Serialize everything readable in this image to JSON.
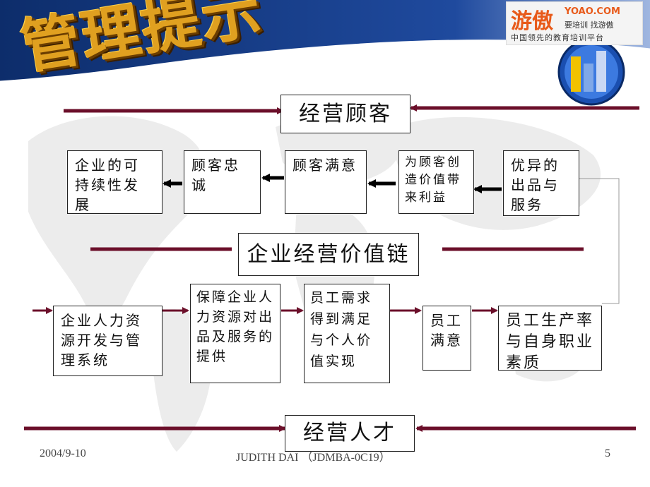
{
  "slide_title": "管理提示",
  "logo": {
    "brand_word": "游傲",
    "site": "YOAO.COM",
    "tagline": "要培训 找游傲",
    "slogan": "中国领先的教育培训平台"
  },
  "nodes": {
    "customers": "经营顾客",
    "sustainable_growth": "企业的可持续性发展",
    "loyalty": "顾客忠诚",
    "satisfaction": "顾客满意",
    "profit": "为顾客创造价值带来利益",
    "products": "优异的出品与服务",
    "value_chain": "企业经营价值链",
    "hr_system": "企业人力资源开发与管理系统",
    "hr_support": "保障企业人力资源对出品及服务的提供",
    "needs_met": "员工需求得到满足与个人价值实现",
    "employee_satisfaction": "员工满意",
    "productivity": "员工生产率与自身职业素质",
    "talent": "经营人才"
  },
  "footer": {
    "date": "2004/9-10",
    "author": "JUDITH DAI （JDMBA-0C19）",
    "page": "5"
  },
  "colors": {
    "accent_line": "#6b0f2a",
    "header_navy": "#0d2d6b",
    "title_gold": "#e0a020"
  }
}
